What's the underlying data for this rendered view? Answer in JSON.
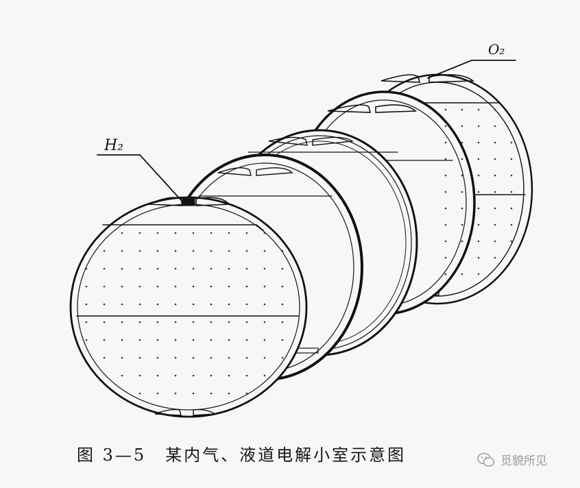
{
  "figure": {
    "label_h2": "H₂",
    "label_o2": "O₂"
  },
  "caption": {
    "number": "图 3—5",
    "text": "某内气、液道电解小室示意图"
  },
  "watermark": {
    "text": "觅貌所见",
    "icon": "wechat-icon"
  }
}
